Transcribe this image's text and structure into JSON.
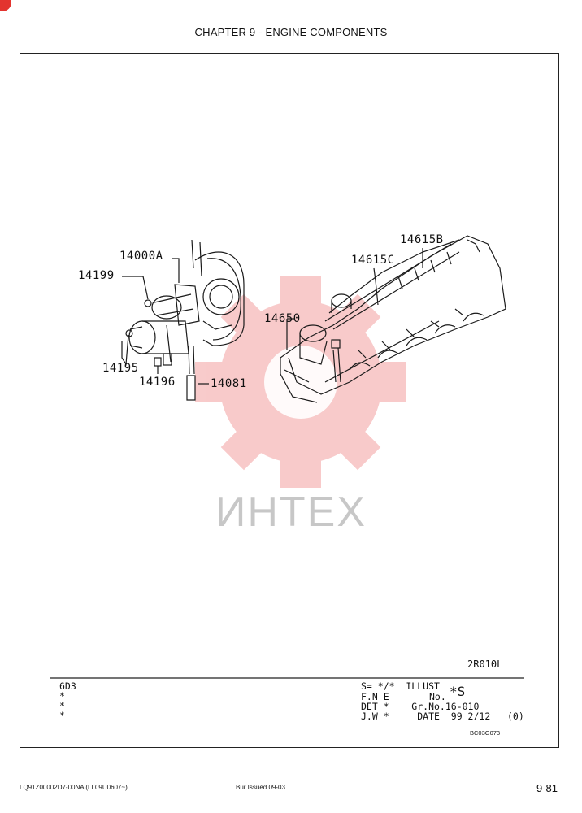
{
  "header": {
    "title": "CHAPTER 9 - ENGINE COMPONENTS"
  },
  "watermark": {
    "text": "ИHTEX",
    "color": "#f3a6a6"
  },
  "callouts": {
    "c14000A": "14000A",
    "c14199": "14199",
    "c14195": "14195",
    "c14196": "14196",
    "c14081": "14081",
    "c14650": "14650",
    "c14615C": "14615C",
    "c14615B": "14615B"
  },
  "illustration_ref": "2R010L",
  "title_block": {
    "model": "6D3",
    "stars": [
      "*",
      "*",
      "*"
    ],
    "s_line": "S= */*  ILLUST",
    "fne_line": "F.N E",
    "no_label": "No.",
    "illust_no": "*S",
    "det_line": "DET *    Gr.No.16-010",
    "jw_line": "J.W *     DATE  99 2/12   (0)",
    "code": "BC03G073"
  },
  "footer": {
    "doc_code": "LQ91Z00002D7-00NA   (LL09U0607~)",
    "issue": "Bur   Issued 09-03",
    "page": "9-81"
  }
}
